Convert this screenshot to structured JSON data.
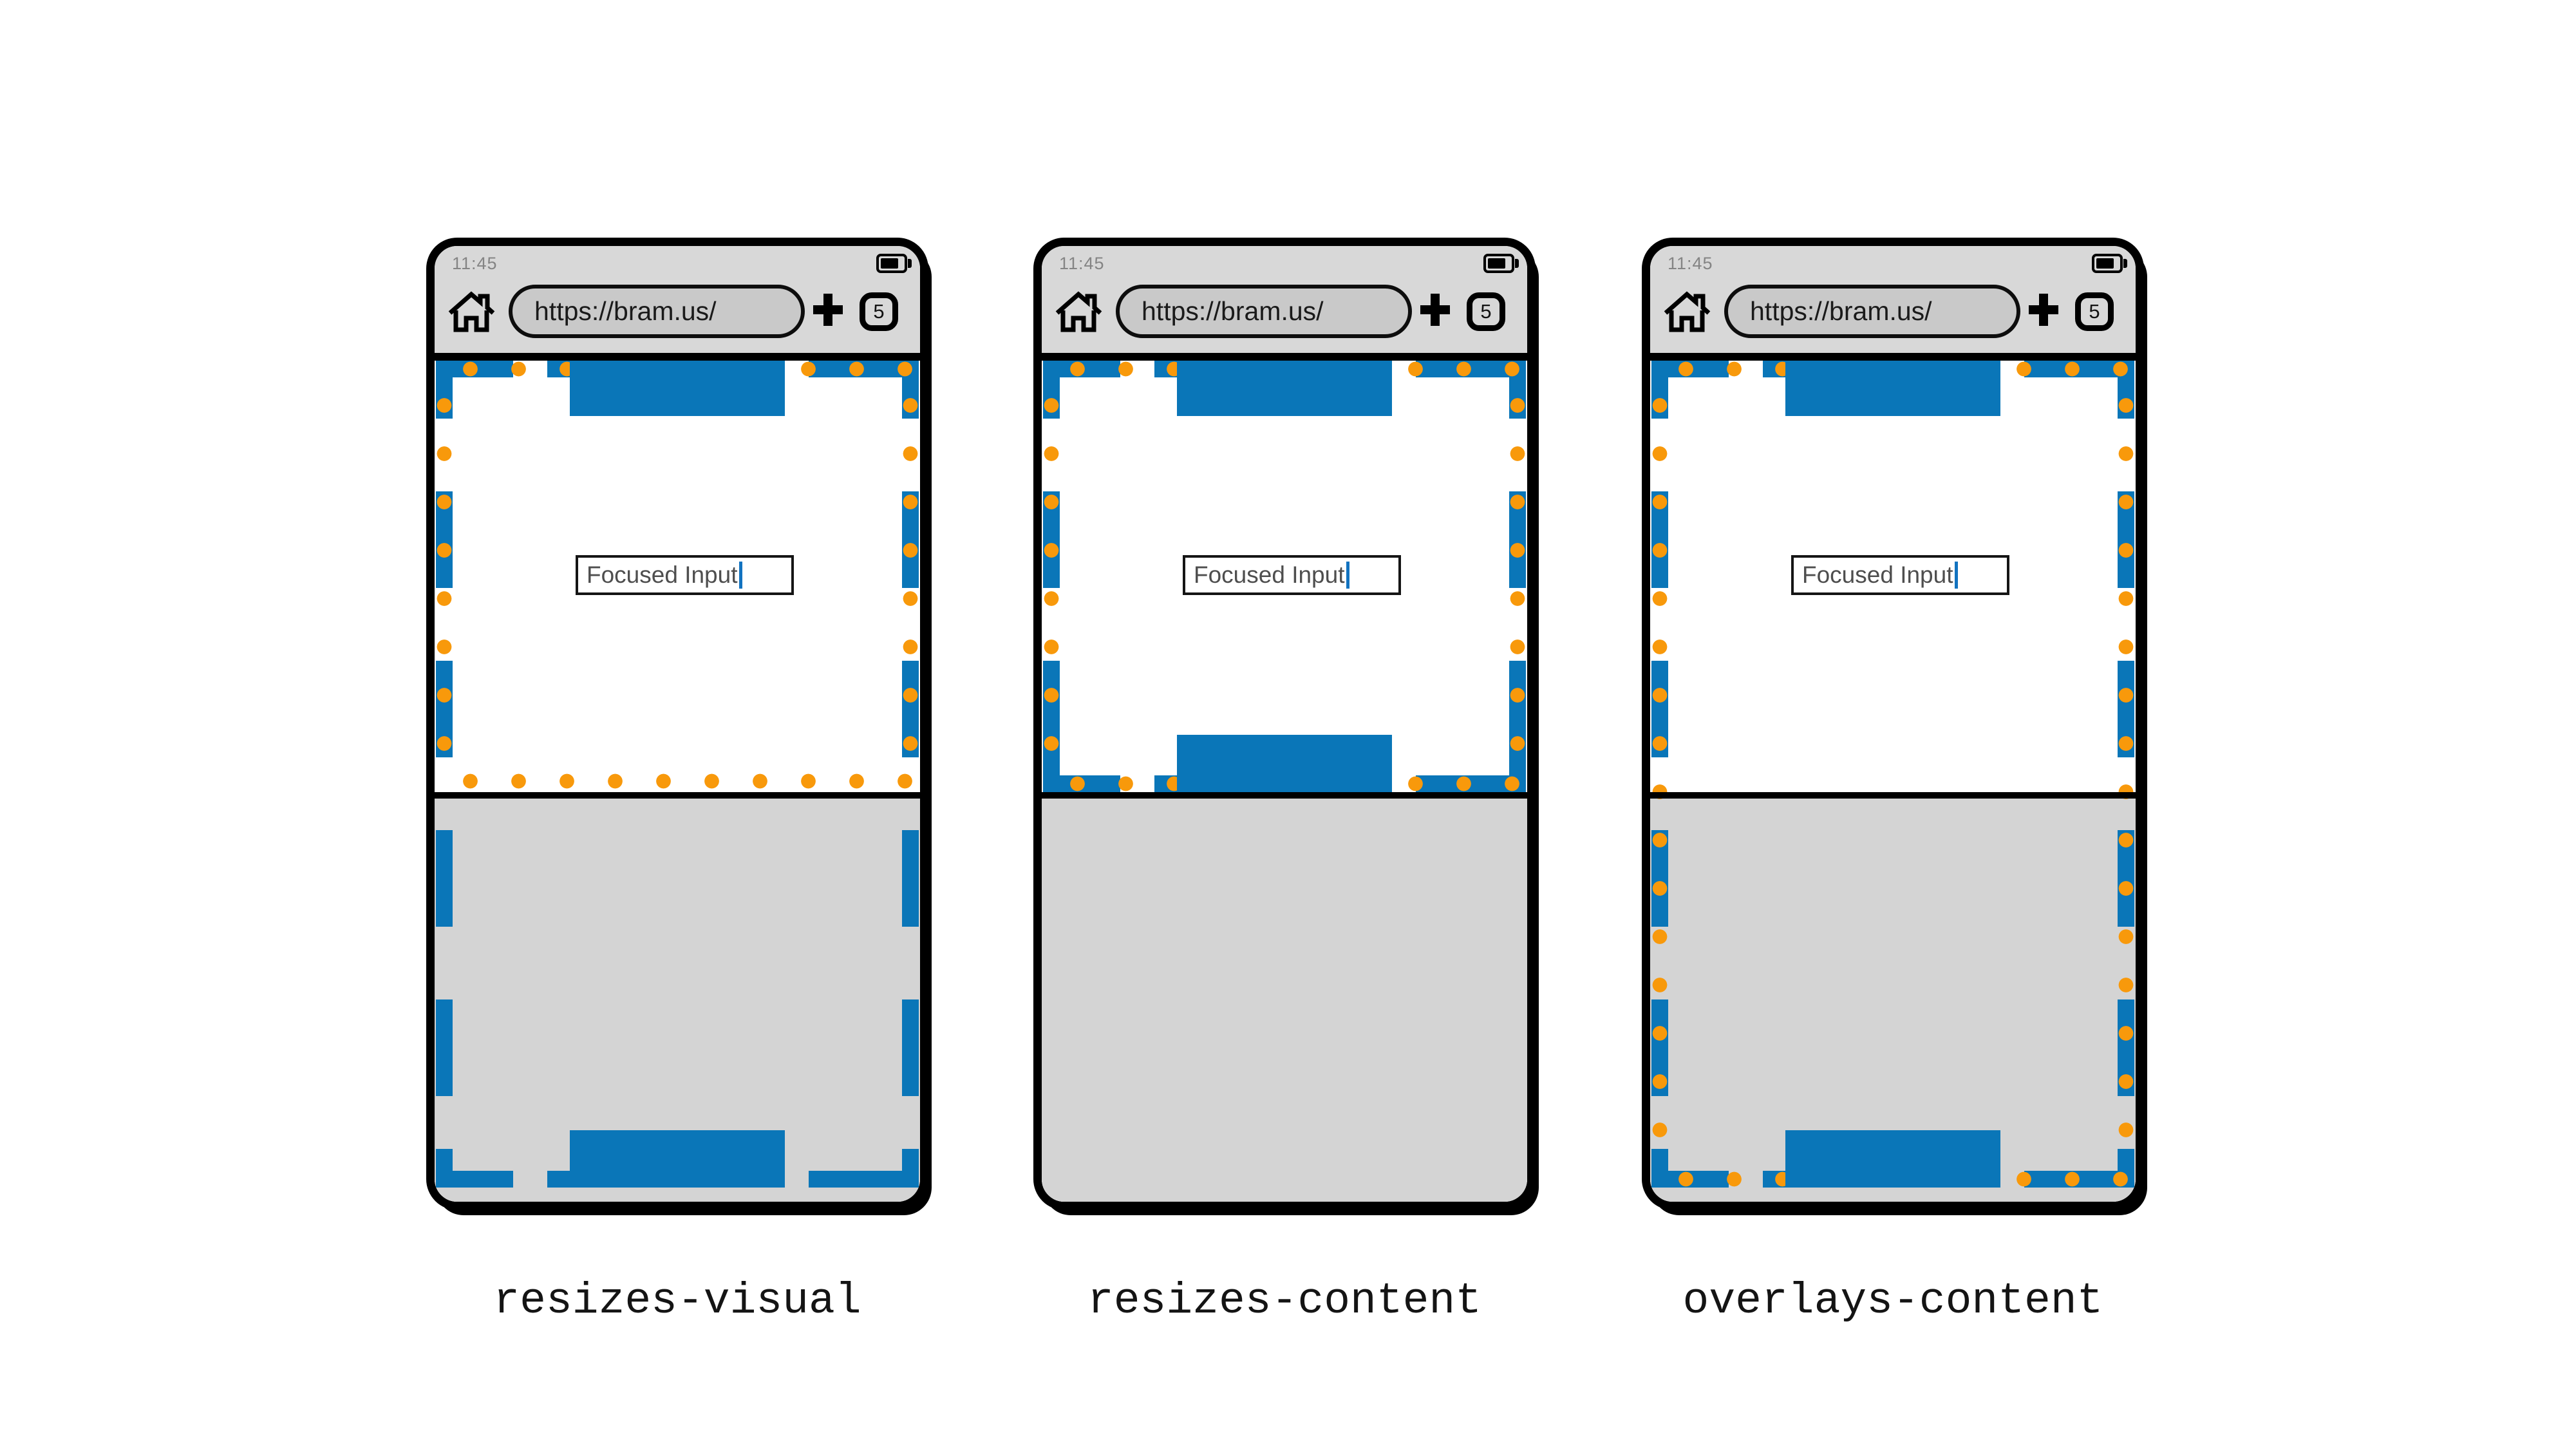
{
  "figure": {
    "colors": {
      "layout_viewport_blue": "#0a76b8",
      "visual_viewport_orange": "#f8990b",
      "browser_chrome_gray": "#d8d8d8",
      "url_pill_gray": "#c9c9c9",
      "keyboard_gray": "#d4d4d4",
      "frame_black": "#000000",
      "caret_blue": "#1273c0"
    },
    "browser_chrome": {
      "time": "11:45",
      "url": "https://bram.us/",
      "new_tab_label": "+",
      "tab_count": "5"
    },
    "page": {
      "input_value": "Focused Input"
    },
    "phones": [
      {
        "label": "resizes-visual"
      },
      {
        "label": "resizes-content"
      },
      {
        "label": "overlays-content"
      }
    ]
  }
}
